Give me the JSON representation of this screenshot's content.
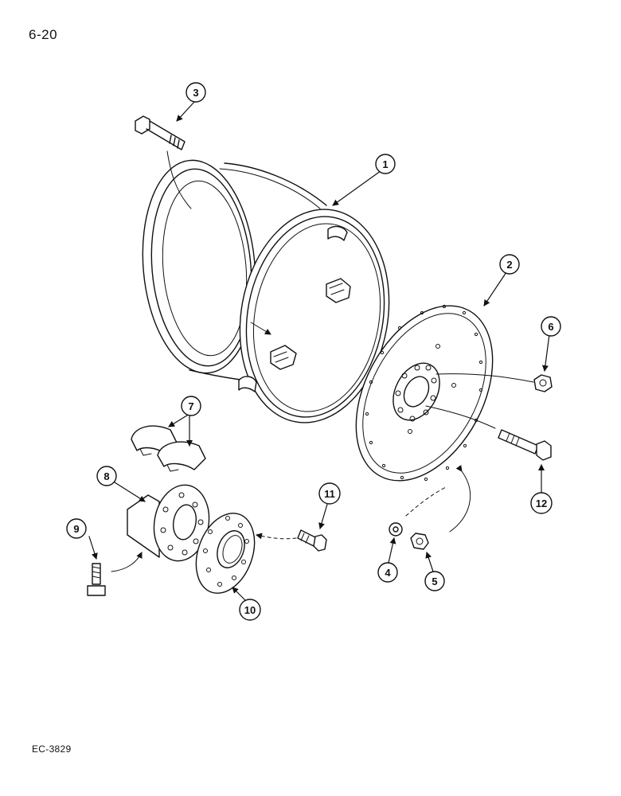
{
  "page_number": "6-20",
  "figure_code": "EC-3829",
  "callouts": [
    {
      "id": "callout-1",
      "label": "1",
      "part": "wheel-rim"
    },
    {
      "id": "callout-2",
      "label": "2",
      "part": "wheel-disc"
    },
    {
      "id": "callout-3",
      "label": "3",
      "part": "rim-bolt"
    },
    {
      "id": "callout-4",
      "label": "4",
      "part": "washer"
    },
    {
      "id": "callout-5",
      "label": "5",
      "part": "nut"
    },
    {
      "id": "callout-6",
      "label": "6",
      "part": "nut"
    },
    {
      "id": "callout-7",
      "label": "7",
      "part": "clamp-halves"
    },
    {
      "id": "callout-8",
      "label": "8",
      "part": "hub"
    },
    {
      "id": "callout-9",
      "label": "9",
      "part": "hub-bolt"
    },
    {
      "id": "callout-10",
      "label": "10",
      "part": "hub-flange"
    },
    {
      "id": "callout-11",
      "label": "11",
      "part": "flange-bolt"
    },
    {
      "id": "callout-12",
      "label": "12",
      "part": "disc-bolt"
    }
  ]
}
